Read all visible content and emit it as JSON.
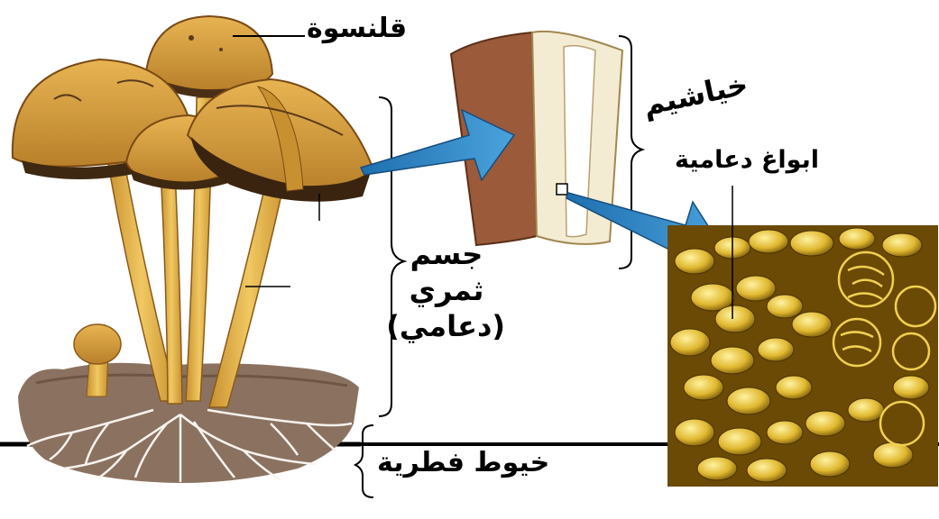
{
  "labels": {
    "cap": "قلنسوة",
    "gills": "خياشيم",
    "basidiospores": "ابواغ دعامية",
    "fruiting_body_line1": "جسم",
    "fruiting_body_line2": "ثمري",
    "fruiting_body_line3": "(دعامي)",
    "hyphae": "خيوط فطرية"
  },
  "colors": {
    "cap": "#d9a23c",
    "cap_dark": "#5a3a1c",
    "stem": "#e3b24a",
    "soil": "#8b7260",
    "roots": "#f4f0ea",
    "arrow": "#2f86c4",
    "gill_block": "#9b5a3a",
    "micrograph_bg": "#6b4a06",
    "spore": "#e8c640"
  }
}
